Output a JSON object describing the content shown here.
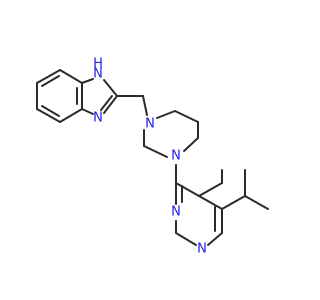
{
  "colors": {
    "bond": "#2b2b2b",
    "nitrogen": "#1f1fe0",
    "background": "#ffffff"
  },
  "atoms": [
    {
      "id": "nh",
      "symbol": "N",
      "h": "H",
      "label": "N",
      "sublabel": "H"
    },
    {
      "id": "n_imid",
      "symbol": "N",
      "label": "N"
    },
    {
      "id": "n_pip1",
      "symbol": "N",
      "label": "N"
    },
    {
      "id": "n_pip2",
      "symbol": "N",
      "label": "N"
    },
    {
      "id": "n_pyr1",
      "symbol": "N",
      "label": "N"
    },
    {
      "id": "n_pyr2",
      "symbol": "N",
      "label": "N"
    }
  ]
}
